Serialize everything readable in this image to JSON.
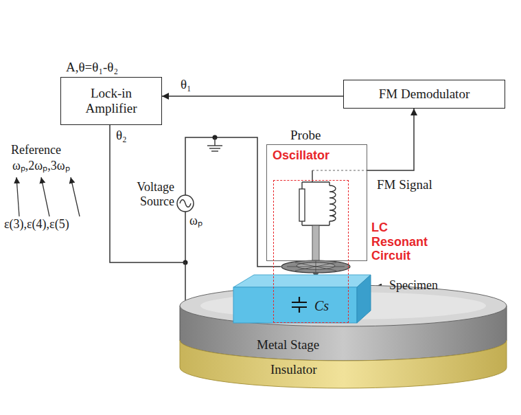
{
  "diagram": {
    "nodes": [
      {
        "text": [
          "A,θ=θ₁-θ₂",
          "Lock-in Amplifier"
        ]
      },
      {
        "text": [
          "FM Demodulator"
        ]
      },
      {
        "text": [
          "Probe",
          "Oscillator"
        ]
      },
      {
        "text": [
          "LC Resonant Circuit"
        ]
      },
      {
        "text": [
          "Cs"
        ]
      },
      {
        "text": [
          "Metal Stage"
        ]
      },
      {
        "text": [
          "Insulator"
        ]
      }
    ],
    "edges": [
      {
        "from": 1,
        "to": 0,
        "arrow": "to",
        "label": "θ₁"
      },
      {
        "from": 2,
        "to": 1,
        "arrow": "to",
        "label": "FM Signal"
      },
      {
        "from": 0,
        "to": 5,
        "arrow": "none",
        "label": "θ₂"
      }
    ],
    "labels": [
      "Reference",
      "ωₚ,2ωₚ,3ωₚ",
      "ε(3),ε(4),ε(5)",
      "Voltage Source",
      "ωₚ",
      "Specimen"
    ]
  }
}
